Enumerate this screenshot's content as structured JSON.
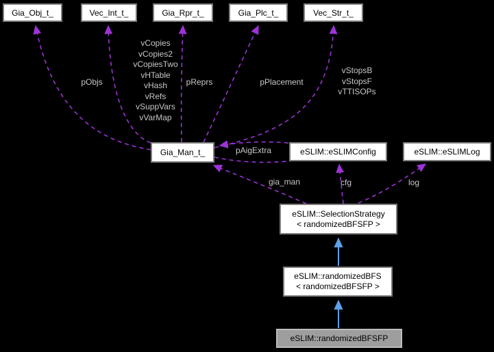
{
  "diagram": {
    "type": "doxygen-collaboration-graph",
    "background": "#000000",
    "colors": {
      "collaboration_edge": "#9d33d6",
      "inheritance_edge": "#5fa0e8",
      "node_fill": "#ffffff",
      "node_border": "#7d7d7d",
      "focus_node_fill": "#9e9e9e",
      "focus_node_border": "#bdbdbd",
      "edge_label_color": "#c8c8c8"
    },
    "nodes": {
      "gia_obj": {
        "label": "Gia_Obj_t_"
      },
      "vec_int": {
        "label": "Vec_Int_t_"
      },
      "gia_rpr": {
        "label": "Gia_Rpr_t_"
      },
      "gia_plc": {
        "label": "Gia_Plc_t_"
      },
      "vec_str": {
        "label": "Vec_Str_t_"
      },
      "gia_man": {
        "label": "Gia_Man_t_"
      },
      "eslim_config": {
        "label": "eSLIM::eSLIMConfig"
      },
      "eslim_log": {
        "label": "eSLIM::eSLIMLog"
      },
      "selection_strategy": {
        "line1": "eSLIM::SelectionStrategy",
        "line2": "< randomizedBFSFP >"
      },
      "randomized_bfs": {
        "line1": "eSLIM::randomizedBFS",
        "line2": "< randomizedBFSFP >"
      },
      "randomized_bfsfp": {
        "label": "eSLIM::randomizedBFSFP"
      }
    },
    "edge_labels": {
      "p_objs": "pObjs",
      "v_copies_group": "vCopies\nvCopies2\nvCopiesTwo\nvHTable\nvHash\nvRefs\nvSuppVars\nvVarMap",
      "p_reprs": "pReprs",
      "p_placement": "pPlacement",
      "v_stops_group": "vStopsB\nvStopsF\nvTTISOPs",
      "p_aig_extra": "pAigExtra",
      "gia_man": "gia_man",
      "cfg": "cfg",
      "log": "log"
    }
  }
}
